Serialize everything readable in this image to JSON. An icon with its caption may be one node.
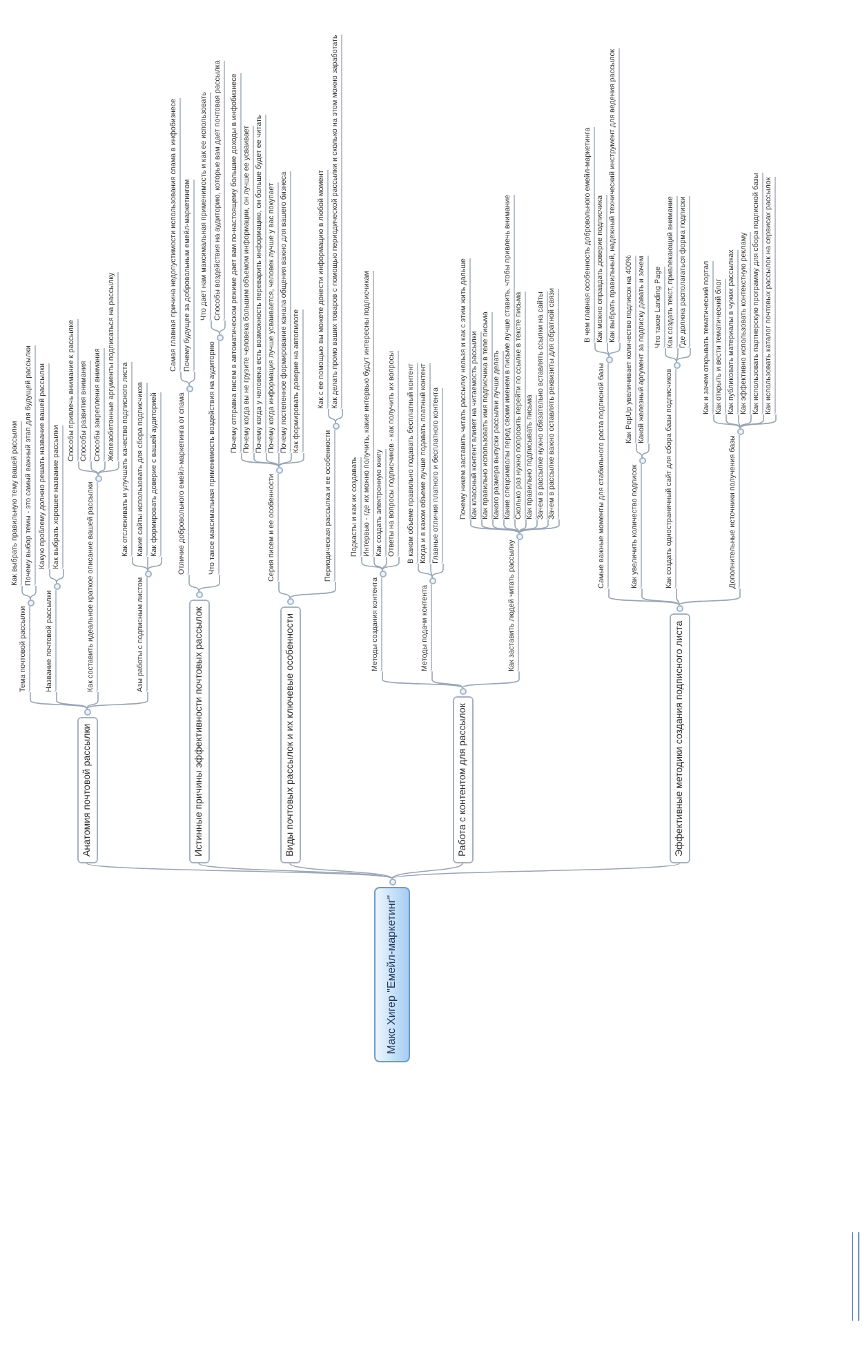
{
  "diagram": {
    "nodes": [
      {
        "text": [
          "Макс Хигер \"Емейл-маркетинг\""
        ]
      },
      {
        "text": [
          "Анатомия почтовой рассылки"
        ]
      },
      {
        "text": [
          "Тема почтовой рассылки"
        ]
      },
      {
        "text": [
          "Как выбрать правильную тему вашей рассылки"
        ]
      },
      {
        "text": [
          "Почему выбор темы - это самый важный этап для будущей рассылки"
        ]
      },
      {
        "text": [
          "Название почтовой рассылки"
        ]
      },
      {
        "text": [
          "Какую проблему должно решать название вашей рассылки"
        ]
      },
      {
        "text": [
          "Как выбрать хорошее название рассылки"
        ]
      },
      {
        "text": [
          "Как составить идеальное краткое описание вашей рассылки"
        ]
      },
      {
        "text": [
          "Способы привлечь внимание к рассылке"
        ]
      },
      {
        "text": [
          "Способы развития внимания"
        ]
      },
      {
        "text": [
          "Способы закрепления внимания"
        ]
      },
      {
        "text": [
          "Железобетонные аргументы подписаться на рассылку"
        ]
      },
      {
        "text": [
          "Азы работы с подписным листом"
        ]
      },
      {
        "text": [
          "Как отслеживать и улучшать качество подписного листа"
        ]
      },
      {
        "text": [
          "Какие сайты использовать для сбора подписчиков"
        ]
      },
      {
        "text": [
          "Как формировать доверие с вашей аудиторией"
        ]
      },
      {
        "text": [
          "Истинные причины эффективности почтовых рассылок"
        ]
      },
      {
        "text": [
          "Отличие добровольного емейл-маркетинга от спама"
        ]
      },
      {
        "text": [
          "Самая главная причина недопустимости использования спама в инфобизнесе"
        ]
      },
      {
        "text": [
          "Почему будущее за добровольным емейл-маркетингом"
        ]
      },
      {
        "text": [
          "Что такое максимальная применимость воздействия на аудиторию"
        ]
      },
      {
        "text": [
          "Что дает нам максимальная применимость и как ее использовать"
        ]
      },
      {
        "text": [
          "Способы воздействия на аудиторию, которые вам дает почтовая рассылка"
        ]
      },
      {
        "text": [
          "Виды почтовых рассылок и их ключевые особенности"
        ]
      },
      {
        "text": [
          "Серия писем и ее особенности"
        ]
      },
      {
        "text": [
          "Почему отправка писем в автоматическом режиме дает вам по-настоящему большие доходы в инфобизнесе"
        ]
      },
      {
        "text": [
          "Почему когда вы не грузите человека большим объемом информации, он лучше ее усваивает"
        ]
      },
      {
        "text": [
          "Почему когда у человека есть возможность переварить информацию, он больше будет ее читать"
        ]
      },
      {
        "text": [
          "Почему когда информация лучше усваивается, человек лучше у вас покупает"
        ]
      },
      {
        "text": [
          "Почему постепенное формирование канала общения важно для вашего бизнеса"
        ]
      },
      {
        "text": [
          "Как формировать доверие на автопилоте"
        ]
      },
      {
        "text": [
          "Периодическая рассылка и ее особенности"
        ]
      },
      {
        "text": [
          "Как с ее помощью вы можете донести информацию в любой момент"
        ]
      },
      {
        "text": [
          "Как делать промо ваших товаров с помощью периодической рассылки и сколько на этом можно заработать"
        ]
      },
      {
        "text": [
          "Работа с контентом для рассылок"
        ]
      },
      {
        "text": [
          "Методы создания контента"
        ]
      },
      {
        "text": [
          "Подкасты и как их создавать"
        ]
      },
      {
        "text": [
          "Интервью - где их можно получить, какие интервью будут интересны подписчикам"
        ]
      },
      {
        "text": [
          "Как создать электронную книгу"
        ]
      },
      {
        "text": [
          "Ответы на вопросы подписчиков - как получить их вопросы"
        ]
      },
      {
        "text": [
          "Методы подачи контента"
        ]
      },
      {
        "text": [
          "В каком объеме правильно подавать бесплатный контент"
        ]
      },
      {
        "text": [
          "Когда и в каком объеме лучше подавать платный контент"
        ]
      },
      {
        "text": [
          "Главные отличия платного и бесплатного контента"
        ]
      },
      {
        "text": [
          "Как заставить людей читать рассылку"
        ]
      },
      {
        "text": [
          "Почему никем заставить читать рассылку нельзя и как с этим жить дальше"
        ]
      },
      {
        "text": [
          "Как классный контент влияет на читаемость рассылки"
        ]
      },
      {
        "text": [
          "Как правильно использовать имя подписчика в теле письма"
        ]
      },
      {
        "text": [
          "Какого размера выпуски рассылки лучше делать"
        ]
      },
      {
        "text": [
          "Какие спецсимволы перед своим именем в письме лучше ставить, чтобы привлечь внимание"
        ]
      },
      {
        "text": [
          "Сколько раз нужно попросить перейти по ссылке в тексте письма"
        ]
      },
      {
        "text": [
          "Как правильно подписывать письма"
        ]
      },
      {
        "text": [
          "Зачем в рассылке нужно обязательно вставлять ссылки на сайты"
        ]
      },
      {
        "text": [
          "Зачем в рассылке важно оставлять реквизиты для обратной связи"
        ]
      },
      {
        "text": [
          "Эффективные методики создания подписного листа"
        ]
      },
      {
        "text": [
          "Самые важные моменты для стабильного роста подписной базы"
        ]
      },
      {
        "text": [
          "В чем главная особенность добровольного емейл-маркетинга"
        ]
      },
      {
        "text": [
          "Как можно оправдать доверие подписчика"
        ]
      },
      {
        "text": [
          "Как выбрать правильный, надежный технический инструмент для ведения рассылок"
        ]
      },
      {
        "text": [
          "Как увеличить количество подписок"
        ]
      },
      {
        "text": [
          "Как PopUp увеличивает количество подписок на 400%"
        ]
      },
      {
        "text": [
          "Какой железный аргумент за подписку давать и зачем"
        ]
      },
      {
        "text": [
          "Как создать одностраничный сайт для сбора базы подписчиков"
        ]
      },
      {
        "text": [
          "Что такое Landing Page"
        ]
      },
      {
        "text": [
          "Как создать текст, привлекающий внимание"
        ]
      },
      {
        "text": [
          "Где должна располагаться форма подписки"
        ]
      },
      {
        "text": [
          "Дополнительные источники получения базы"
        ]
      },
      {
        "text": [
          "Как и зачем открывать тематический портал"
        ]
      },
      {
        "text": [
          "Как открыть и вести тематический блог"
        ]
      },
      {
        "text": [
          "Как публиковать материалы в чужих рассылках"
        ]
      },
      {
        "text": [
          "Как эффективно использовать контекстную рекламу"
        ]
      },
      {
        "text": [
          "Как использовать партнерскую программу для сбора подписной базы"
        ]
      },
      {
        "text": [
          "Как использовать каталог почтовых рассылок на сервисах рассылок"
        ]
      }
    ],
    "edges": [
      {
        "from": 0,
        "to": 1,
        "arrow": "none"
      },
      {
        "from": 0,
        "to": 17,
        "arrow": "none"
      },
      {
        "from": 0,
        "to": 24,
        "arrow": "none"
      },
      {
        "from": 0,
        "to": 35,
        "arrow": "none"
      },
      {
        "from": 0,
        "to": 55,
        "arrow": "none"
      },
      {
        "from": 1,
        "to": 2,
        "arrow": "none"
      },
      {
        "from": 1,
        "to": 5,
        "arrow": "none"
      },
      {
        "from": 1,
        "to": 8,
        "arrow": "none"
      },
      {
        "from": 1,
        "to": 13,
        "arrow": "none"
      },
      {
        "from": 2,
        "to": 3,
        "arrow": "none"
      },
      {
        "from": 2,
        "to": 4,
        "arrow": "none"
      },
      {
        "from": 5,
        "to": 6,
        "arrow": "none"
      },
      {
        "from": 5,
        "to": 7,
        "arrow": "none"
      },
      {
        "from": 8,
        "to": 9,
        "arrow": "none"
      },
      {
        "from": 8,
        "to": 10,
        "arrow": "none"
      },
      {
        "from": 8,
        "to": 11,
        "arrow": "none"
      },
      {
        "from": 8,
        "to": 12,
        "arrow": "none"
      },
      {
        "from": 13,
        "to": 14,
        "arrow": "none"
      },
      {
        "from": 13,
        "to": 15,
        "arrow": "none"
      },
      {
        "from": 13,
        "to": 16,
        "arrow": "none"
      },
      {
        "from": 17,
        "to": 18,
        "arrow": "none"
      },
      {
        "from": 17,
        "to": 21,
        "arrow": "none"
      },
      {
        "from": 18,
        "to": 19,
        "arrow": "none"
      },
      {
        "from": 18,
        "to": 20,
        "arrow": "none"
      },
      {
        "from": 21,
        "to": 22,
        "arrow": "none"
      },
      {
        "from": 21,
        "to": 23,
        "arrow": "none"
      },
      {
        "from": 24,
        "to": 25,
        "arrow": "none"
      },
      {
        "from": 24,
        "to": 32,
        "arrow": "none"
      },
      {
        "from": 25,
        "to": 26,
        "arrow": "none"
      },
      {
        "from": 25,
        "to": 27,
        "arrow": "none"
      },
      {
        "from": 25,
        "to": 28,
        "arrow": "none"
      },
      {
        "from": 25,
        "to": 29,
        "arrow": "none"
      },
      {
        "from": 25,
        "to": 30,
        "arrow": "none"
      },
      {
        "from": 25,
        "to": 31,
        "arrow": "none"
      },
      {
        "from": 32,
        "to": 33,
        "arrow": "none"
      },
      {
        "from": 32,
        "to": 34,
        "arrow": "none"
      },
      {
        "from": 35,
        "to": 36,
        "arrow": "none"
      },
      {
        "from": 35,
        "to": 41,
        "arrow": "none"
      },
      {
        "from": 35,
        "to": 45,
        "arrow": "none"
      },
      {
        "from": 36,
        "to": 37,
        "arrow": "none"
      },
      {
        "from": 36,
        "to": 38,
        "arrow": "none"
      },
      {
        "from": 36,
        "to": 39,
        "arrow": "none"
      },
      {
        "from": 36,
        "to": 40,
        "arrow": "none"
      },
      {
        "from": 41,
        "to": 42,
        "arrow": "none"
      },
      {
        "from": 41,
        "to": 43,
        "arrow": "none"
      },
      {
        "from": 41,
        "to": 44,
        "arrow": "none"
      },
      {
        "from": 45,
        "to": 46,
        "arrow": "none"
      },
      {
        "from": 45,
        "to": 47,
        "arrow": "none"
      },
      {
        "from": 45,
        "to": 48,
        "arrow": "none"
      },
      {
        "from": 45,
        "to": 49,
        "arrow": "none"
      },
      {
        "from": 45,
        "to": 50,
        "arrow": "none"
      },
      {
        "from": 45,
        "to": 51,
        "arrow": "none"
      },
      {
        "from": 45,
        "to": 52,
        "arrow": "none"
      },
      {
        "from": 45,
        "to": 53,
        "arrow": "none"
      },
      {
        "from": 45,
        "to": 54,
        "arrow": "none"
      },
      {
        "from": 55,
        "to": 56,
        "arrow": "none"
      },
      {
        "from": 55,
        "to": 60,
        "arrow": "none"
      },
      {
        "from": 55,
        "to": 63,
        "arrow": "none"
      },
      {
        "from": 55,
        "to": 67,
        "arrow": "none"
      },
      {
        "from": 56,
        "to": 57,
        "arrow": "none"
      },
      {
        "from": 56,
        "to": 58,
        "arrow": "none"
      },
      {
        "from": 56,
        "to": 59,
        "arrow": "none"
      },
      {
        "from": 60,
        "to": 61,
        "arrow": "none"
      },
      {
        "from": 60,
        "to": 62,
        "arrow": "none"
      },
      {
        "from": 63,
        "to": 64,
        "arrow": "none"
      },
      {
        "from": 63,
        "to": 65,
        "arrow": "none"
      },
      {
        "from": 63,
        "to": 66,
        "arrow": "none"
      },
      {
        "from": 67,
        "to": 68,
        "arrow": "none"
      },
      {
        "from": 67,
        "to": 69,
        "arrow": "none"
      },
      {
        "from": 67,
        "to": 70,
        "arrow": "none"
      },
      {
        "from": 67,
        "to": 71,
        "arrow": "none"
      },
      {
        "from": 67,
        "to": 72,
        "arrow": "none"
      },
      {
        "from": 67,
        "to": 73,
        "arrow": "none"
      }
    ]
  }
}
